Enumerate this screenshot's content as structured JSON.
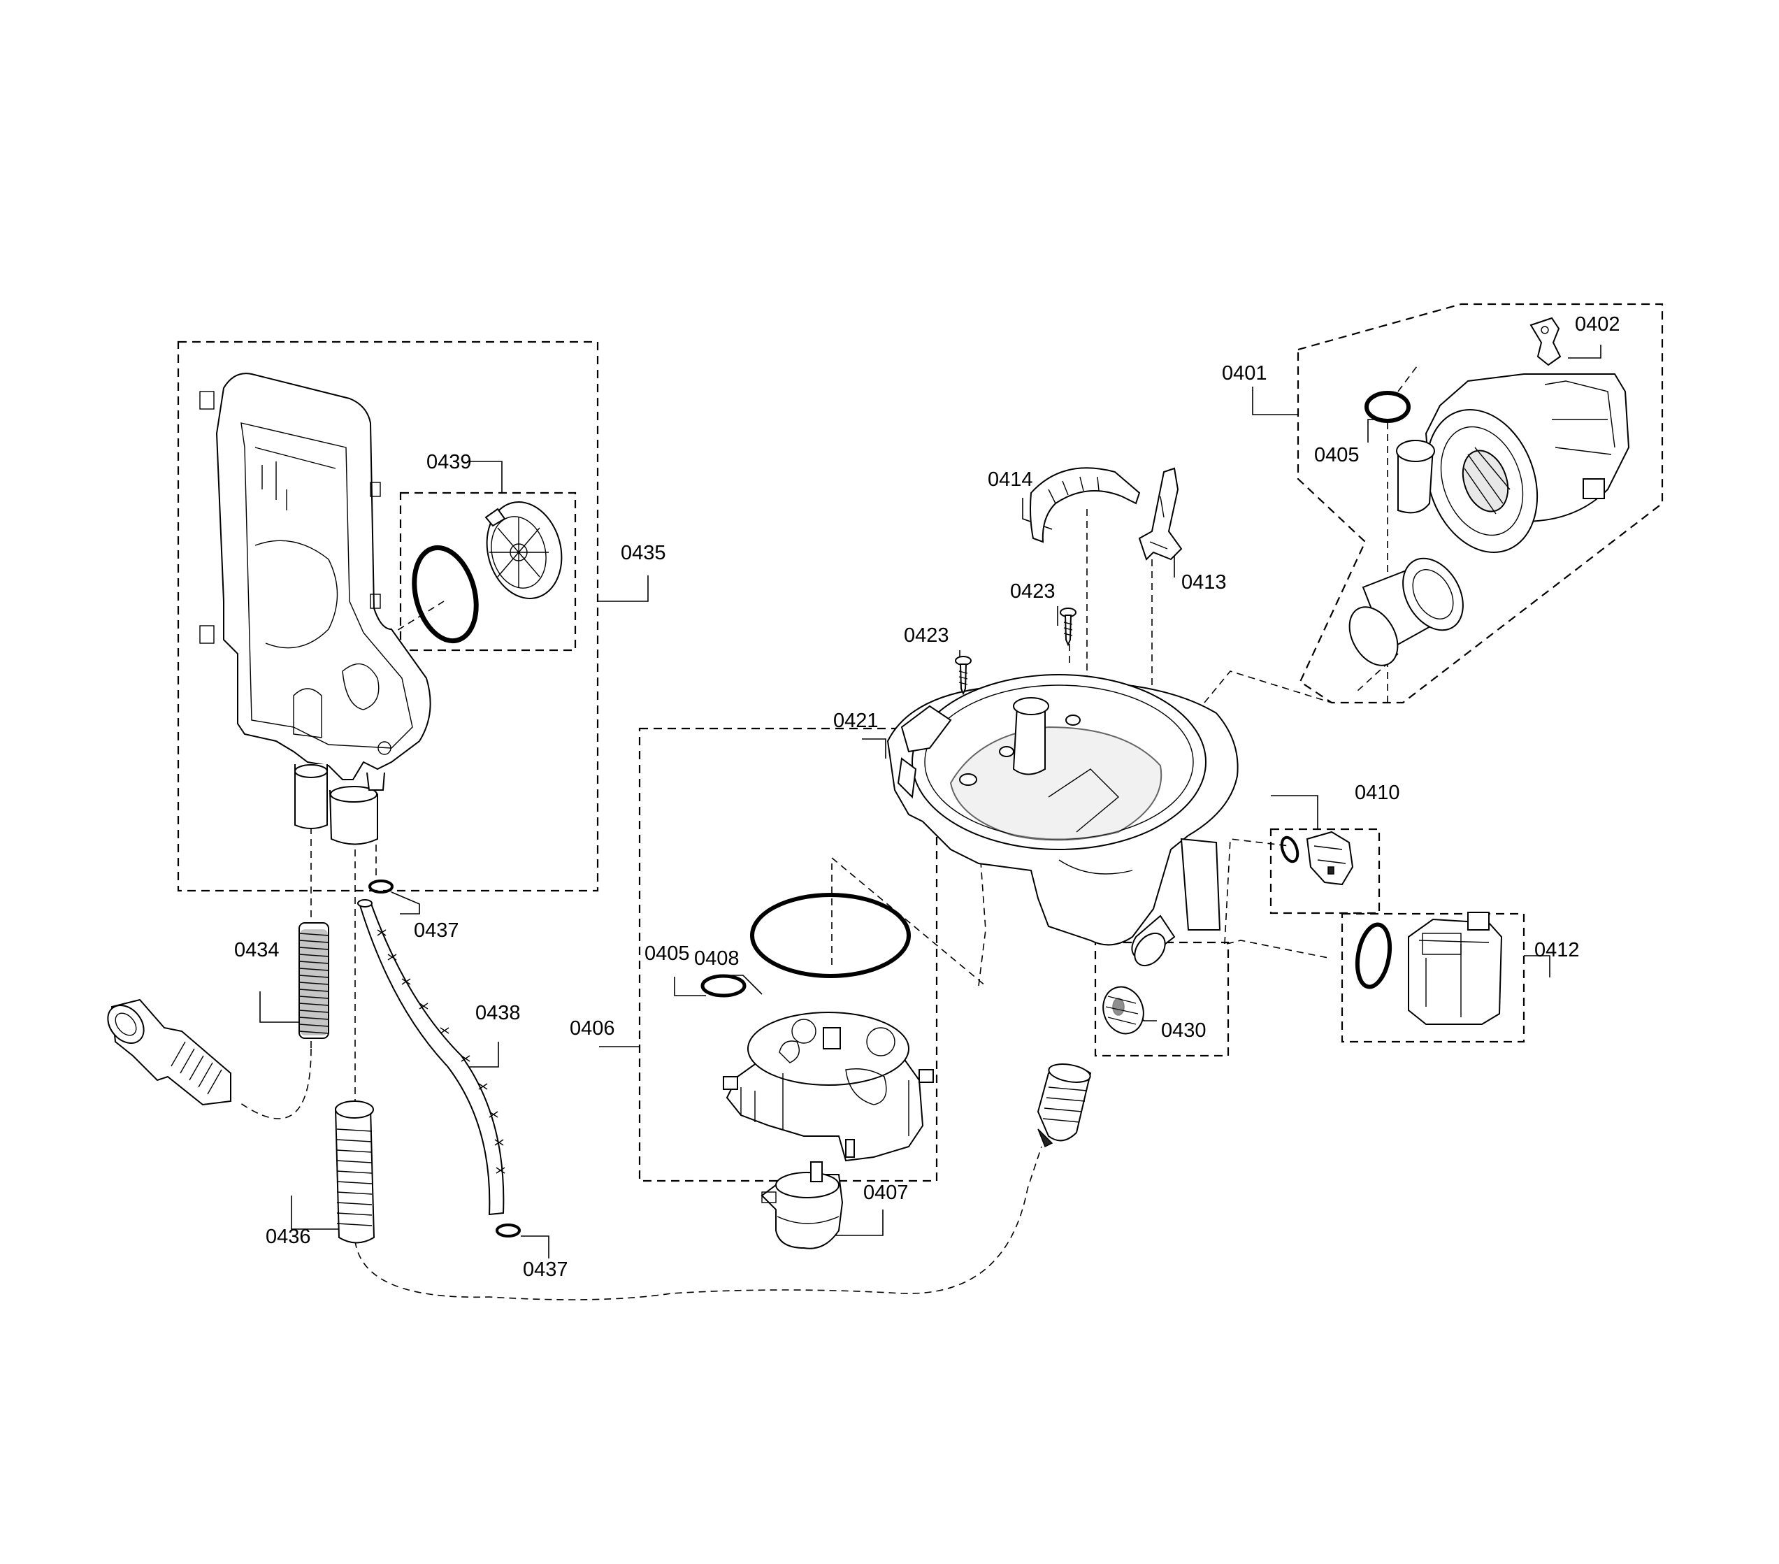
{
  "diagram": {
    "labels": {
      "p0401": "0401",
      "p0402": "0402",
      "p0405_a": "0405",
      "p0405_b": "0405",
      "p0406": "0406",
      "p0407": "0407",
      "p0408": "0408",
      "p0410": "0410",
      "p0412": "0412",
      "p0413": "0413",
      "p0414": "0414",
      "p0421": "0421",
      "p0423_a": "0423",
      "p0423_b": "0423",
      "p0430": "0430",
      "p0434": "0434",
      "p0435": "0435",
      "p0436": "0436",
      "p0437_a": "0437",
      "p0437_b": "0437",
      "p0438": "0438",
      "p0439": "0439"
    }
  }
}
